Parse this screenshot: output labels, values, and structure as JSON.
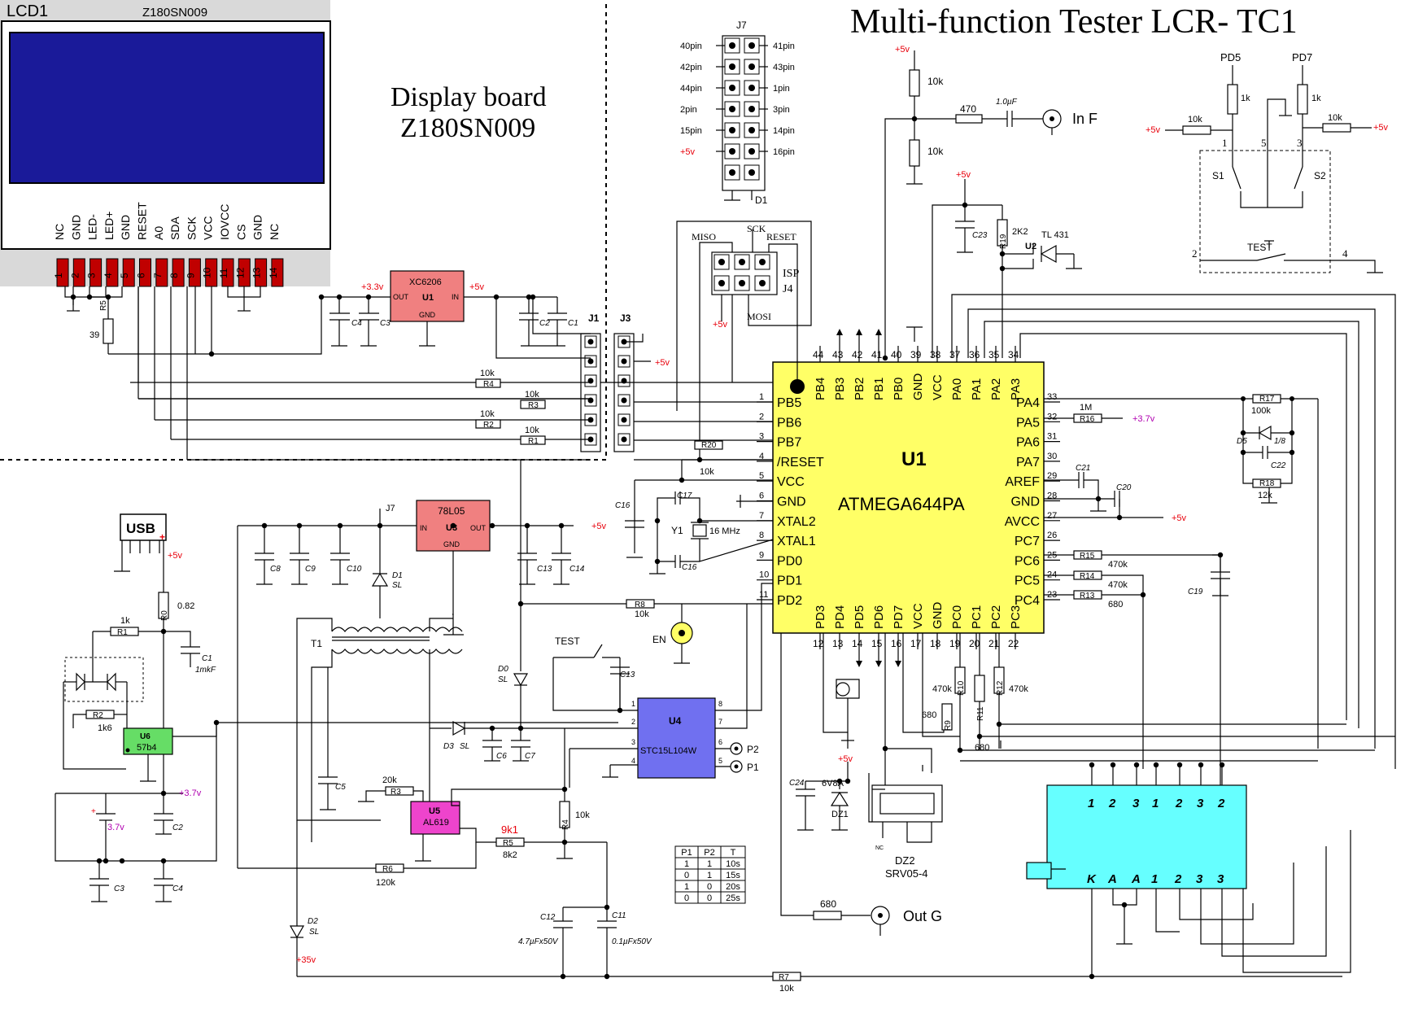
{
  "title": "Multi-function Tester LCR- TC1",
  "display_board": {
    "line1": "Display board",
    "line2": "Z180SN009"
  },
  "lcd": {
    "ref": "LCD1",
    "model": "Z180SN009",
    "pin_names": [
      "NC",
      "GND",
      "LED-",
      "LED+",
      "GND",
      "RESET",
      "A0",
      "SDA",
      "SCK",
      "VCC",
      "IOVCC",
      "CS",
      "GND",
      "NC"
    ],
    "pin_numbers": [
      "1",
      "2",
      "3",
      "4",
      "5",
      "6",
      "7",
      "8",
      "9",
      "10",
      "11",
      "12",
      "13",
      "14"
    ]
  },
  "mcu": {
    "ref": "U1",
    "part": "ATMEGA644PA",
    "left_pins": [
      [
        "1",
        "PB5"
      ],
      [
        "2",
        "PB6"
      ],
      [
        "3",
        "PB7"
      ],
      [
        "4",
        "/RESET"
      ],
      [
        "5",
        "VCC"
      ],
      [
        "6",
        "GND"
      ],
      [
        "7",
        "XTAL2"
      ],
      [
        "8",
        "XTAL1"
      ],
      [
        "9",
        "PD0"
      ],
      [
        "10",
        "PD1"
      ],
      [
        "11",
        "PD2"
      ]
    ],
    "right_pins": [
      [
        "33",
        "PA4"
      ],
      [
        "32",
        "PA5"
      ],
      [
        "31",
        "PA6"
      ],
      [
        "30",
        "PA7"
      ],
      [
        "29",
        "AREF"
      ],
      [
        "28",
        "GND"
      ],
      [
        "27",
        "AVCC"
      ],
      [
        "26",
        "PC7"
      ],
      [
        "25",
        "PC6"
      ],
      [
        "24",
        "PC5"
      ],
      [
        "23",
        "PC4"
      ]
    ],
    "top_pins": [
      [
        "44",
        "PB4"
      ],
      [
        "43",
        "PB3"
      ],
      [
        "42",
        "PB2"
      ],
      [
        "41",
        "PB1"
      ],
      [
        "40",
        "PB0"
      ],
      [
        "39",
        "GND"
      ],
      [
        "38",
        "VCC"
      ],
      [
        "37",
        "PA0"
      ],
      [
        "36",
        "PA1"
      ],
      [
        "35",
        "PA2"
      ],
      [
        "34",
        "PA3"
      ]
    ],
    "bottom_pins": [
      [
        "12",
        "PD3"
      ],
      [
        "13",
        "PD4"
      ],
      [
        "14",
        "PD5"
      ],
      [
        "15",
        "PD6"
      ],
      [
        "16",
        "PD7"
      ],
      [
        "17",
        "VCC"
      ],
      [
        "18",
        "GND"
      ],
      [
        "19",
        "PC0"
      ],
      [
        "20",
        "PC1"
      ],
      [
        "21",
        "PC2"
      ],
      [
        "22",
        "PC3"
      ]
    ]
  },
  "j7": {
    "ref": "J7",
    "left": [
      "40pin",
      "42pin",
      "44pin",
      "2pin",
      "15pin",
      "+5v"
    ],
    "right": [
      "41pin",
      "43pin",
      "1pin",
      "3pin",
      "14pin",
      "16pin"
    ],
    "bottom": "D1"
  },
  "isp": {
    "miso": "MISO",
    "sck": "SCK",
    "reset": "RESET",
    "mosi": "MOSI",
    "name": "ISP",
    "ref": "J4",
    "vcc": "+5v"
  },
  "labels": {
    "plus5v": "+5v",
    "plus33v": "+3.3v",
    "plus37v": "+3.7v",
    "plus35v": "+35v",
    "v37": "3.7v",
    "j1": "J1",
    "j3": "J3",
    "j7b": "J7",
    "usb": "USB",
    "in_f": "In F",
    "out_g": "Out G",
    "test": "TEST",
    "en": "EN",
    "pd5": "PD5",
    "pd7": "PD7",
    "s1": "S1",
    "s2": "S2",
    "n1": "1",
    "n5": "5",
    "n3": "3",
    "n2": "2",
    "n4": "4",
    "k10": "10k",
    "k1": "1k",
    "r470": "470",
    "c1uf": "1.0µF",
    "xc6206": "XC6206",
    "u1": "U1",
    "out": "OUT",
    "in": "IN",
    "gnd": "GND",
    "l7805": "78L05",
    "u3": "U3",
    "u4": "U4",
    "stc": "STC15L104W",
    "u5": "U5",
    "al619": "AL619",
    "u6": "U6",
    "p57b4": "57b4",
    "u2": "U2",
    "tl431": "TL 431",
    "r19": "R19",
    "v2k2": "2K2",
    "c23": "C23",
    "y1": "Y1",
    "mhz": "16 MHz",
    "c16": "C16",
    "c17": "C17",
    "c16b": "C16",
    "r20": "R20",
    "r20v": "10k",
    "r8": "R8",
    "r8v": "10k",
    "c13": "C13",
    "c13b": "C13",
    "c14": "C14",
    "c8": "C8",
    "c9": "C9",
    "c10": "C10",
    "d1": "D1",
    "sl": "SL",
    "t1": "T1",
    "c5": "C5",
    "d0": "D0",
    "d3": "D3",
    "c6": "C6",
    "c7": "C7",
    "r3b": "R3",
    "v20k": "20k",
    "r4b": "R4",
    "v10k": "10k",
    "r5b": "R5",
    "v9k1": "9k1",
    "v8k2": "8k2",
    "r6b": "R6",
    "v120k": "120k",
    "c12": "C12",
    "c11": "C11",
    "c12v": "4.7µFx50V",
    "c11v": "0.1µFx50V",
    "d2": "D2",
    "r7": "R7",
    "r7v": "10k",
    "p1": "P1",
    "p2": "P2",
    "r0": "R0",
    "r0v": "0.82",
    "r1b": "R1",
    "r1v": "1k",
    "c1b": "C1",
    "c1v": "1mkF",
    "r2b": "R2",
    "r2v": "1k6",
    "c2b": "C2",
    "c3b": "C3",
    "c4b": "C4",
    "r16": "R16",
    "r16v": "1M",
    "r17": "R17",
    "r17v": "100k",
    "d5": "D5",
    "d5v": "1/8",
    "c22": "C22",
    "r18": "R18",
    "r18v": "12k",
    "c21": "C21",
    "c20": "C20",
    "r15": "R15",
    "r15v": "470k",
    "r14": "R14",
    "r14v": "470k",
    "r13": "R13",
    "r13v": "680",
    "c19": "C19",
    "r10": "R10",
    "r12": "R12",
    "r9": "R9",
    "r11": "R11",
    "v470k": "470k",
    "v680": "680",
    "c24": "C24",
    "dz1": "DZ1",
    "dz1v": "6V8A",
    "dz2": "DZ2",
    "dz2v": "SRV05-4",
    "nc": "NC",
    "r5": "R5",
    "r5v": "39",
    "r4": "R4",
    "r3": "R3",
    "r2": "R2",
    "r1": "R1",
    "c4": "C4",
    "c3": "C3",
    "c2": "C2",
    "c1": "C1"
  },
  "timing_table": {
    "headers": [
      "P1",
      "P2",
      "T"
    ],
    "rows": [
      [
        "1",
        "1",
        "10s"
      ],
      [
        "0",
        "1",
        "15s"
      ],
      [
        "1",
        "0",
        "20s"
      ],
      [
        "0",
        "0",
        "25s"
      ]
    ]
  },
  "segment_top": [
    "1",
    "2",
    "3",
    "1",
    "2",
    "3",
    "2"
  ],
  "segment_bottom": [
    "K",
    "A",
    "A",
    "1",
    "2",
    "3",
    "3"
  ],
  "colors": {
    "lcd_screen": "#1a1a99",
    "lcd_bezel": "#d9d9d9",
    "xc6206_fill": "#f08080",
    "l7805_fill": "#f08080",
    "u1_fill": "#ffff66",
    "u4_fill": "#7070f0",
    "u5_fill": "#ee44cc",
    "u6_fill": "#66dd66",
    "segment_fill": "#66ffff",
    "supply_red": "#e8000b",
    "voltage_magenta": "#b000b0"
  }
}
